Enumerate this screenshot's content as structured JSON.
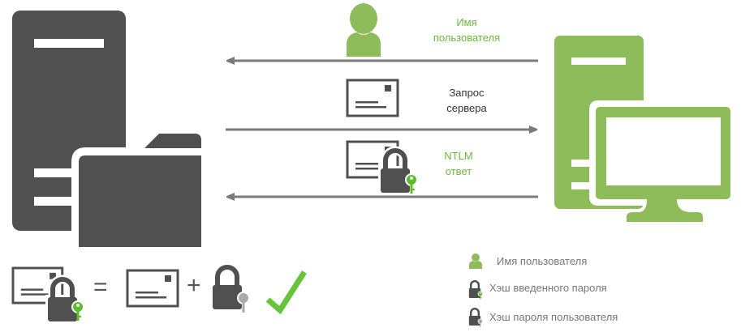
{
  "colors": {
    "dark": "#505050",
    "green": "#8fbc5a",
    "key_green": "#5cbc2e",
    "check": "#66c43a",
    "arrow": "#7a7a7a",
    "label_green": "#6cb83a"
  },
  "messages": [
    {
      "line1": "Имя",
      "line2": "пользователя"
    },
    {
      "line1": "Запрос",
      "line2": "сервера"
    },
    {
      "line1": "NTLM",
      "line2": "ответ"
    }
  ],
  "formula": {
    "equals": "=",
    "plus": "+"
  },
  "legend": [
    {
      "icon": "user-icon",
      "label": "Имя пользователя"
    },
    {
      "icon": "lock-green-key-icon",
      "label": "Хэш введенного пароля"
    },
    {
      "icon": "lock-gray-key-icon",
      "label": "Хэш пароля пользователя"
    }
  ]
}
